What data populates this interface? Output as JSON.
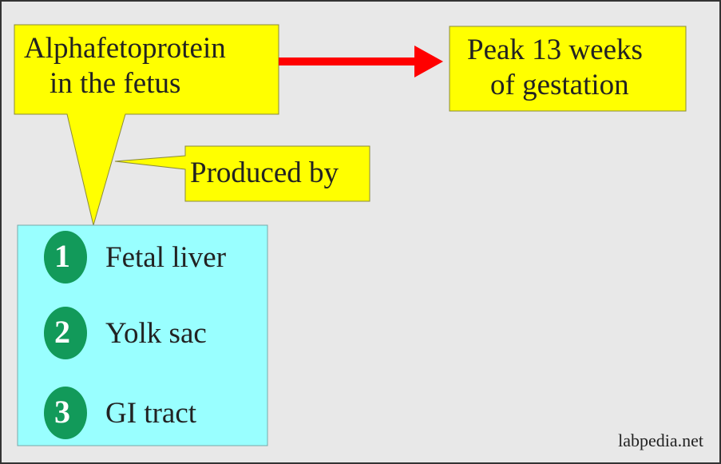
{
  "main_box": {
    "line1": "Alphafetoprotein",
    "line2": "in the fetus"
  },
  "peak_box": {
    "line1": "Peak 13 weeks",
    "line2": "of gestation"
  },
  "produced_box": {
    "label": "Produced by"
  },
  "sources": [
    {
      "num": "1",
      "label": "Fetal liver"
    },
    {
      "num": "2",
      "label": "Yolk sac"
    },
    {
      "num": "3",
      "label": "GI tract"
    }
  ],
  "watermark": "labpedia.net",
  "colors": {
    "yellow": "#ffff00",
    "cyan": "#99ffff",
    "green": "#129a5a",
    "arrow": "#ff0000"
  }
}
